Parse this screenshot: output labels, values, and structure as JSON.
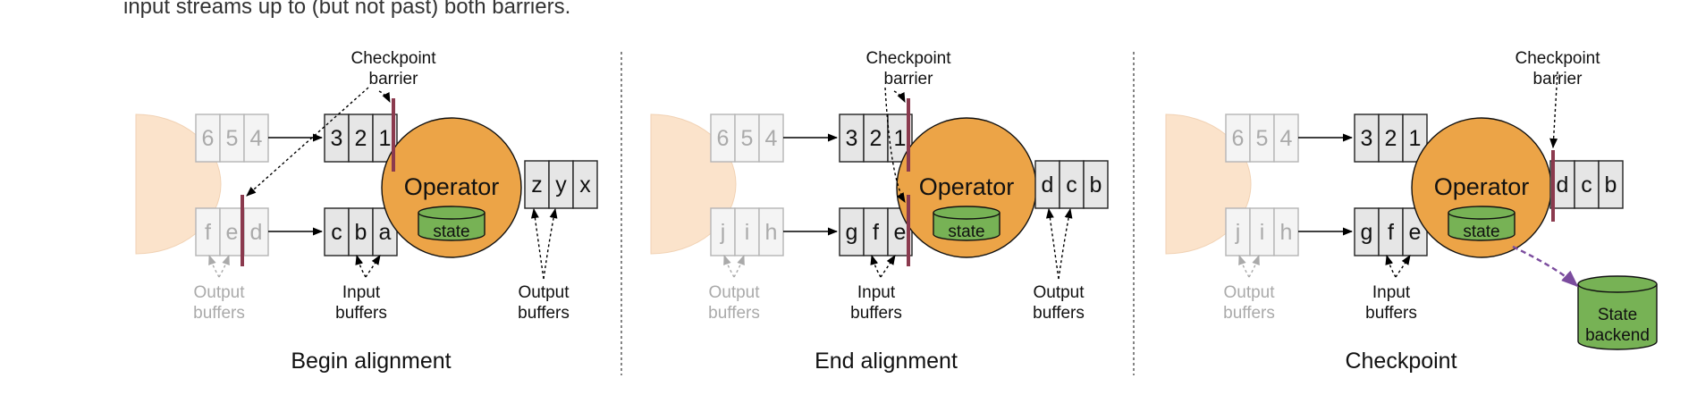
{
  "intro_text": "input streams up to (but not past) both barriers.",
  "colors": {
    "operator": "#eca447",
    "state": "#77b255",
    "barrier": "#8b3a4e",
    "source": "#fbe3cb",
    "box_fill": "#e6e6e6",
    "faded_text": "#aaaaaa",
    "dashed_purple": "#7b4c9e"
  },
  "panels": [
    {
      "title": "Begin alignment",
      "checkpoint_label": [
        "Checkpoint",
        "barrier"
      ],
      "operator_label": "Operator",
      "state_label": "state",
      "faded_top_buffer": [
        "6",
        "5",
        "4"
      ],
      "faded_bottom_buffer": [
        "f",
        "e",
        "d"
      ],
      "input_top_buffer": [
        "3",
        "2",
        "1"
      ],
      "input_bottom_buffer": [
        "c",
        "b",
        "a"
      ],
      "output_buffer": [
        "z",
        "y",
        "x"
      ],
      "left_output_label": [
        "Output",
        "buffers"
      ],
      "input_label": [
        "Input",
        "buffers"
      ],
      "right_output_label": [
        "Output",
        "buffers"
      ]
    },
    {
      "title": "End alignment",
      "checkpoint_label": [
        "Checkpoint",
        "barrier"
      ],
      "operator_label": "Operator",
      "state_label": "state",
      "faded_top_buffer": [
        "6",
        "5",
        "4"
      ],
      "faded_bottom_buffer": [
        "j",
        "i",
        "h"
      ],
      "input_top_buffer": [
        "3",
        "2",
        "1"
      ],
      "input_bottom_buffer": [
        "g",
        "f",
        "e"
      ],
      "output_buffer": [
        "d",
        "c",
        "b"
      ],
      "left_output_label": [
        "Output",
        "buffers"
      ],
      "input_label": [
        "Input",
        "buffers"
      ],
      "right_output_label": [
        "Output",
        "buffers"
      ]
    },
    {
      "title": "Checkpoint",
      "checkpoint_label": [
        "Checkpoint",
        "barrier"
      ],
      "operator_label": "Operator",
      "state_label": "state",
      "faded_top_buffer": [
        "6",
        "5",
        "4"
      ],
      "faded_bottom_buffer": [
        "j",
        "i",
        "h"
      ],
      "input_top_buffer": [
        "3",
        "2",
        "1"
      ],
      "input_bottom_buffer": [
        "g",
        "f",
        "e"
      ],
      "output_buffer": [
        "d",
        "c",
        "b"
      ],
      "left_output_label": [
        "Output",
        "buffers"
      ],
      "input_label": [
        "Input",
        "buffers"
      ],
      "state_backend_label": [
        "State",
        "backend"
      ]
    }
  ]
}
